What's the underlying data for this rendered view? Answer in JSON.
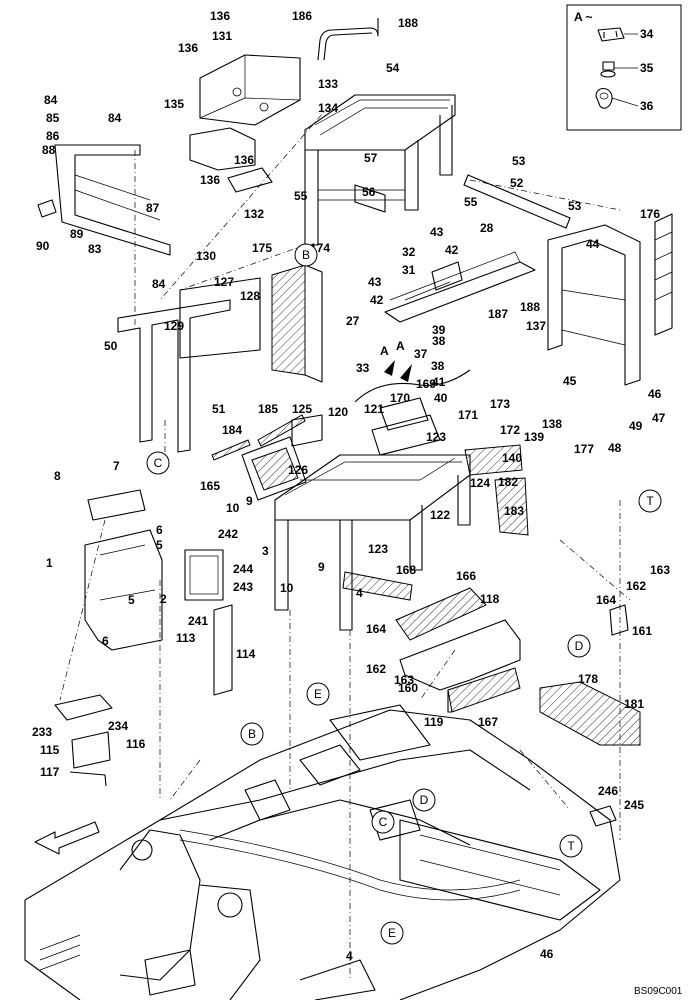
{
  "diagram": {
    "code": "BS09C001",
    "detail_title": "A ~",
    "detail_labels": [
      "34",
      "35",
      "36"
    ],
    "labels": [
      "136",
      "186",
      "188",
      "136",
      "131",
      "133",
      "54",
      "84",
      "85",
      "86",
      "84",
      "88",
      "135",
      "134",
      "57",
      "53",
      "136",
      "52",
      "55",
      "56",
      "55",
      "136",
      "132",
      "87",
      "53",
      "90",
      "89",
      "83",
      "176",
      "43",
      "28",
      "32",
      "42",
      "44",
      "31",
      "84",
      "130",
      "175",
      "174",
      "127",
      "128",
      "43",
      "42",
      "188",
      "27",
      "187",
      "129",
      "137",
      "50",
      "39",
      "38",
      "38",
      "37",
      "33",
      "41",
      "40",
      "45",
      "46",
      "47",
      "169",
      "170",
      "171",
      "173",
      "121",
      "51",
      "120",
      "125",
      "185",
      "184",
      "123",
      "172",
      "138",
      "139",
      "140",
      "49",
      "48",
      "177",
      "182",
      "124",
      "126",
      "165",
      "9",
      "10",
      "7",
      "8",
      "6",
      "5",
      "1",
      "242",
      "244",
      "243",
      "3",
      "9",
      "10",
      "183",
      "122",
      "123",
      "168",
      "166",
      "4",
      "2",
      "241",
      "5",
      "113",
      "114",
      "118",
      "6",
      "164",
      "162",
      "163",
      "163",
      "162",
      "161",
      "164",
      "160",
      "119",
      "167",
      "178",
      "181",
      "233",
      "234",
      "115",
      "116",
      "117",
      "246",
      "245",
      "46",
      "4"
    ],
    "callouts": [
      "B",
      "C",
      "T",
      "D",
      "E",
      "B",
      "D",
      "C",
      "T",
      "E"
    ],
    "view_arrow": "A"
  }
}
